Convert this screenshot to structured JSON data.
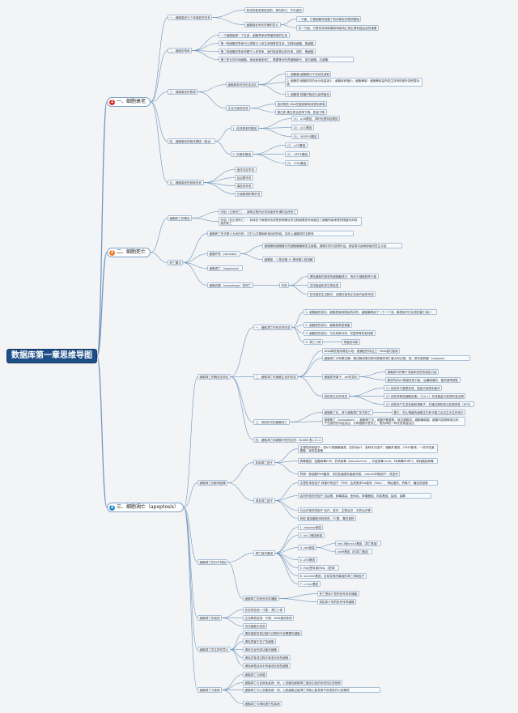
{
  "colors": {
    "root_bg": "#1e4e86",
    "edge": "#6f95bb",
    "sec1": "#d9302a",
    "sec2": "#ec7a22",
    "sec3": "#2a8bd0"
  },
  "root": {
    "label": "数据库第一章思维导图"
  },
  "s1": {
    "num": "1",
    "label": "一、细胞衰老",
    "a": {
      "label": "一、细胞衰老与个体衰老的关系",
      "a1": "机体的衰老是渐进的，单向的行，不可逆的",
      "a2": "细胞衰老有利学满的意义",
      "a2a": "一方面，它是细胞构成整个机体衰老的物质基础",
      "a2b": "另一方面，它是机体调亲模拟和维持正常生理机能会起的重要"
    },
    "b": {
      "label": "二、细胞的寿命",
      "b1": "一个细胞能够一个生命，细胞寿命而界最简单的生命",
      "b2": "第一种细胞的寿命可以类推与人体生命相等的生命，如神经细胞、肌细胞",
      "b3": "第二种细胞的寿命却跟于人体寿命，我们能培育出的时间，成肝、骨细胞",
      "b4": "第三类长存时间细胞，继续就被老死亡，需要等对的再细胞新代，如白细胞、红细胞"
    },
    "c": {
      "label": "三、细胞衰老的表现",
      "c1": "细胞衰老时的形态变化",
      "c1a": "1. 细胞膜 细胞膜分子流动性减弱",
      "c1b": "2. 细胞质 细胞质内的水分含量减少，细胞体积缩小，细胞骨架：细胞骨架由所发生排列构型外观完整功能",
      "c1c": "3. 细胞核 核膜内陷成为染质固化",
      "c2": "生化方面的改变",
      "c2a": "遗传物质 DNA的复制和转录受到抑制",
      "c2b": "蛋白质 蛋白质合成率下降，质量下降"
    },
    "d": {
      "label": "四、细胞衰老的相关基因（组合）",
      "d1": "1. 促进衰老的基因",
      "d1a": "(1)　p16基因，同时也是抑癌基因",
      "d1b": "(2)　p21基因",
      "d1c": "(3)　MORF4基因",
      "d2": "2. 抗衰老基因",
      "d2a": "(1)　p53基因",
      "d2b": "(2)　APOE基因",
      "d2c": "(3)　SOD基因"
    },
    "e": {
      "label": "五、细胞衰老的其他学说",
      "e1": "遗传决定学说",
      "e2": "自由基学说",
      "e3": "端粒钟学说",
      "e4": "代谢废物积累学说"
    }
  },
  "s2": {
    "num": "2",
    "label": "二、细胞死亡",
    "a": {
      "label": "细胞死亡的概念",
      "a1": "内因（正常死亡）：某种过程所必须或者有所谓的自然死亡",
      "a2": "外因（非正常死亡）：机体处于病理状态或受到物理化学生物因素的作用超过了细胞所能承受的限度时而导致的死亡"
    },
    "b": {
      "label": "死亡模式",
      "b1": "细胞死亡形式是人为划分的，已打公共基础和相近的阶段。实际上细胞同时互联系",
      "b2": "细胞坏死（necrosis）",
      "b2a": "细胞膜和细胞器中的细胞膜膜都发生破裂，细胞中的内容物外溢，使容易引起局部组织发生炎症",
      "b2b": "细胞核：1.核浓缩→2.核碎裂3.核溶解",
      "b3": "细胞凋亡（apoptosis）",
      "b4": "细胞自噬（autophagy）性死亡",
      "b4x": "作用",
      "b4a": "清除细胞内衰老的细胞器成分，有利于细胞新陈代谢",
      "b4b": "支持高级机体生物信息",
      "b4c": "在饥饿发生过程中，自噬可能有正负两方面的作用"
    }
  },
  "s3": {
    "num": "3",
    "label": "三、细胞凋亡（apoptosis）",
    "a": {
      "label": "细胞凋亡的概念及特征",
      "a1": "一、细胞凋亡的形态学改变",
      "a1a": "1. 细胞膜的变化：细胞表面特殊结构消失，细胞膜周起了一个一个泡，膜表面不仍出现的能力减少",
      "a1b": "2. 细胞核的变化：细胞核周显凝缩",
      "a1c": "3. 细胞质的变化：可见到新月状，完整体等的各特殊",
      "a1d": "4. 凋亡小体",
      "a1dx": "凋遂的机制",
      "a2": "二、细胞凋亡时细胞生化的改变",
      "a2a": "DNA降低规则梯性片段：普通型的特征之一DNA被切各斯",
      "a2b": "细胞凋亡中的蛋白酶：蛋白酶或凝切割可致蛋质凋亡最大的过程。例，那天被的酶（caspase）",
      "a2c": "细胞质钙离子、pH的变化",
      "a2ca": "细胞质内钙离子浓度和负担的增加引起",
      "a2cb": "胞质内的pH角度改变引起、后糖增增的，能质速率超性",
      "a2d": "线粒体生化的改变",
      "a2da": "(1) 线粒体平整是发现，能量代谢受到破坏",
      "a2db": "(2) 线粒体释放细胞色素c（Cyt c）形成能量与新质的激活物",
      "a2dc": "(3) 线粒体产生变多被和调离子，并通过随机其引起物进性（ROS）",
      "a3": "三、其他形式的细胞死亡",
      "a3a": "细胞焦亡化，其于细胞凋亡形式死亡",
      "a3ax": "要义：防止嗜菌的细胞生在和平衡之后达生光生的地方",
      "a3b": "细胞焦亡（pyroptosis），细胞焦亡中，细胞不断膨胀，就过细胞扣，细胞膜破裂，细胞内容物释放出来，产生强烈的炎症反应，又称细胞炎性死亡，是机体的一种天然免疫反应",
      "a4": "四、细胞凋亡和细胞坏死的区别：Bcl(88 表)-12-2"
    },
    "b": {
      "label": "细胞凋亡的影响因素",
      "b1": "抑制凋亡因子",
      "b1a": "生理性抑制因子：机b12类膜基菌类、变浆剂gIT、各种天长因子、细胞外基质、CD40配体、一些中性面基酸、锌抵性激素",
      "b1b": "病毒基因：如腺病毒E1B、杆状病毒（baculovirus）、牛痘病毒crmA、EB病毒BHRF1、单纯疱疹病毒",
      "b1c": "药物：佛波酯PMA酯类、非抗胶菌素抗菌组剂类、calpain抑制因子，低密剂",
      "b2": "诱发凋亡因子",
      "b2a": "生理性诱发因子 肿瘤坏死因子（TNF）及其受体Fas配体（FasL）、神经递质、钙离子、糖皮质激素",
      "b2b": "会损伤相关的因子 自由基、病毒感染、医休克、肿瘤器因、抑癌基因、缺血、缺氧",
      "b2c": "与治疗相关的因子 化疗、放疗、生物治疗、中药治疗等",
      "b2d": "其他 重组膜配体转物质、EC酰、毒性食物"
    },
    "c": {
      "label": "细胞凋亡的分子机制",
      "c1": "凋亡相关基因",
      "c1a": "1. caspase家族",
      "c1b": "2. bcl-2基因家族",
      "c1c": "3. ced家族",
      "c1ca": "ced-3和ced-4基因（凋亡基因）",
      "c1cb": "ced9基因（抗凋亡基因）",
      "c1d": "4. p53基因",
      "c1e": "5. Fas(受体)和FasL（配体）",
      "c1f": "6. survivin基因，目前发现的最强的凋亡抑制因子",
      "c1g": "7. c-myc基因",
      "c2": "细胞凋亡的信号传导通路",
      "c2a": "死亡受体介导的信号传导通路",
      "c2b": "线粒体介导的信号传导通路"
    },
    "d": {
      "label": "细胞凋亡的检测",
      "d1": "形态学检测：代表：凋亡小体",
      "d2": "生化降低检测：代表：DNA梯状条带",
      "d3": "流式细胞仪检测"
    },
    "e": {
      "label": "细胞凋亡的生物学意义",
      "e1": "清除蕴能发育过程中过剩的不良需要的细胞",
      "e2": "清除损害干扰了的细胞",
      "e3": "清除已经完成功能的细胞",
      "e4": "清除发育或过程中衰老无用的细胞",
      "e5": "清除病理活动中有害或无用的细胞"
    },
    "f": {
      "label": "细胞凋亡与疾病",
      "f1": "细胞凋亡与肿瘤",
      "f2": "细胞凋亡与自身免疫病：例，1.型胰岛细胞凋亡增加引起的系统性红斑狼疮",
      "f3": "细胞凋亡与心血管疾病：例，心肌细胞过度凋亡导致心脏发育不良或发作心肌梗死",
      "f4": "细胞凋亡与神经退行性疾病"
    }
  }
}
